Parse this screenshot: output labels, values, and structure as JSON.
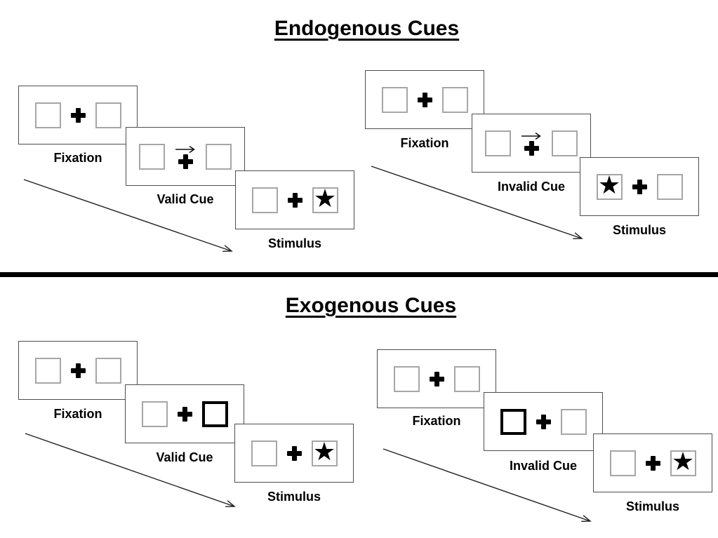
{
  "diagram": {
    "kind": "posner-cueing-task",
    "sections": [
      {
        "title": "Endogenous Cues",
        "sequences": [
          {
            "type": "valid",
            "frames": [
              {
                "label": "Fixation",
                "left_box": "empty",
                "center": "plus-cross",
                "right_box": "empty"
              },
              {
                "label": "Valid Cue",
                "left_box": "empty",
                "center": "plus-cross-with-right-arrow",
                "right_box": "empty"
              },
              {
                "label": "Stimulus",
                "left_box": "empty",
                "center": "plus-cross",
                "right_box": "star"
              }
            ]
          },
          {
            "type": "invalid",
            "frames": [
              {
                "label": "Fixation",
                "left_box": "empty",
                "center": "plus-cross",
                "right_box": "empty"
              },
              {
                "label": "Invalid Cue",
                "left_box": "empty",
                "center": "plus-cross-with-right-arrow",
                "right_box": "empty"
              },
              {
                "label": "Stimulus",
                "left_box": "star",
                "center": "plus-cross",
                "right_box": "empty"
              }
            ]
          }
        ]
      },
      {
        "title": "Exogenous Cues",
        "sequences": [
          {
            "type": "valid",
            "frames": [
              {
                "label": "Fixation",
                "left_box": "empty",
                "center": "plus-cross",
                "right_box": "empty"
              },
              {
                "label": "Valid Cue",
                "left_box": "empty",
                "center": "plus-cross",
                "right_box": "empty-highlighted"
              },
              {
                "label": "Stimulus",
                "left_box": "empty",
                "center": "plus-cross",
                "right_box": "star"
              }
            ]
          },
          {
            "type": "invalid",
            "frames": [
              {
                "label": "Fixation",
                "left_box": "empty",
                "center": "plus-cross",
                "right_box": "empty"
              },
              {
                "label": "Invalid Cue",
                "left_box": "empty-highlighted",
                "center": "plus-cross",
                "right_box": "empty"
              },
              {
                "label": "Stimulus",
                "left_box": "empty",
                "center": "plus-cross",
                "right_box": "star"
              }
            ]
          }
        ]
      }
    ],
    "glyphs": {
      "star": "★",
      "plus": "✚",
      "right_arrow": "→"
    },
    "colors": {
      "ink": "#000000",
      "panel_border": "#4d4d4d",
      "box_border": "#a6a6a6",
      "highlight_border": "#000000",
      "background": "#ffffff"
    }
  }
}
